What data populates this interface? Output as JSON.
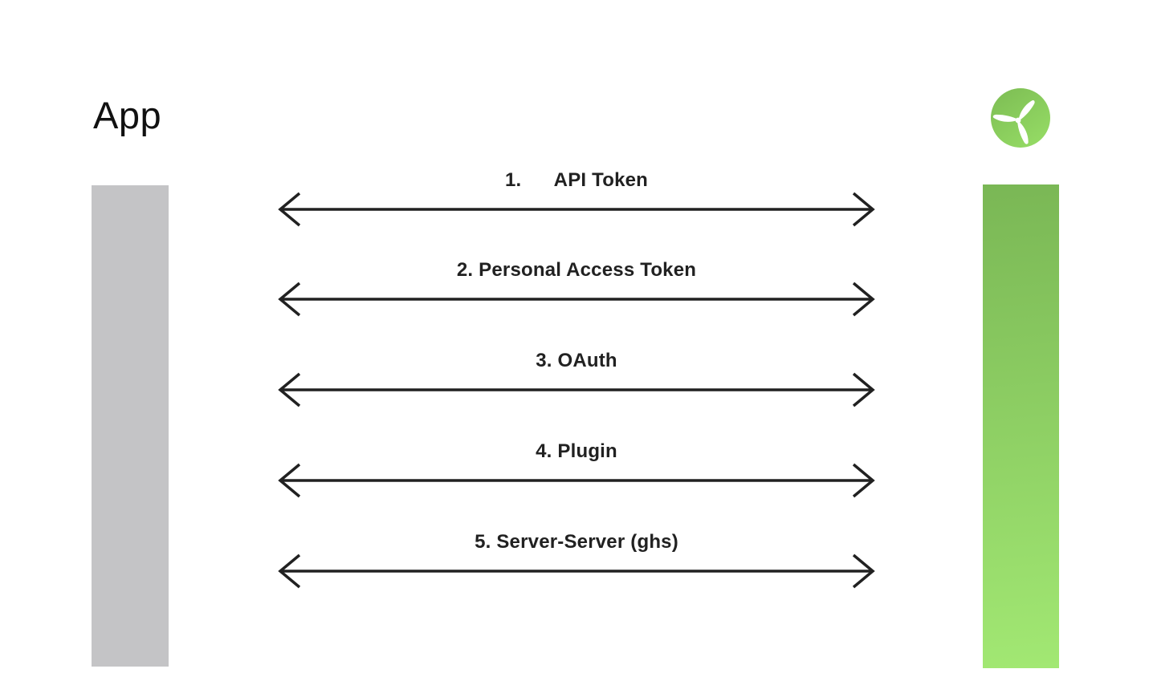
{
  "header": {
    "title": "App"
  },
  "logo": {
    "name": "wind-turbine-logo"
  },
  "lifelines": {
    "left": {
      "color": "#c4c4c6"
    },
    "right": {
      "gradient_top": "#7ab755",
      "gradient_bottom": "#a2e873"
    }
  },
  "arrows": {
    "items": [
      {
        "label": "1.      API Token"
      },
      {
        "label": "2. Personal Access Token"
      },
      {
        "label": "3. OAuth"
      },
      {
        "label": "4. Plugin"
      },
      {
        "label": "5. Server-Server (ghs)"
      }
    ]
  },
  "colors": {
    "arrow": "#212121",
    "text": "#111111",
    "left_bar": "#c4c4c6",
    "green_top": "#7ab755",
    "green_bottom": "#a2e873",
    "logo_top": "#7cbc53",
    "logo_bottom": "#94da64",
    "logo_blade": "#ffffff"
  }
}
